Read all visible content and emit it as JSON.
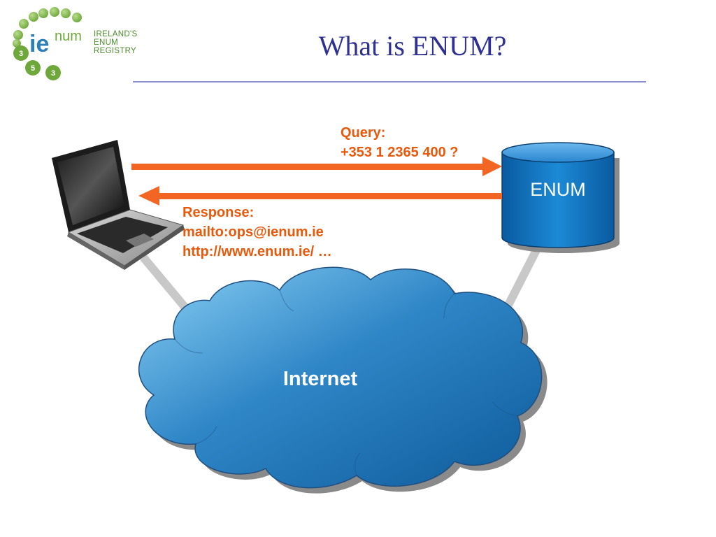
{
  "slide": {
    "title": "What is ENUM?"
  },
  "logo": {
    "mark_ie": "ie",
    "mark_num": "num",
    "line1": "IRELAND'S",
    "line2": "ENUM",
    "line3": "REGISTRY",
    "dots": [
      "3",
      "5",
      "3"
    ]
  },
  "query": {
    "line1": "Query:",
    "line2": "+353 1 2365 400 ?"
  },
  "response": {
    "line1": "Response:",
    "line2": "mailto:ops@ienum.ie",
    "line3": "http://www.enum.ie/ …"
  },
  "database": {
    "label": "ENUM"
  },
  "cloud": {
    "label": "Internet"
  },
  "colors": {
    "title": "#2e3192",
    "arrow": "#f26522",
    "database": "#0a6ab8",
    "cloud": "#2a7fc0",
    "logo_green": "#7db34a"
  }
}
